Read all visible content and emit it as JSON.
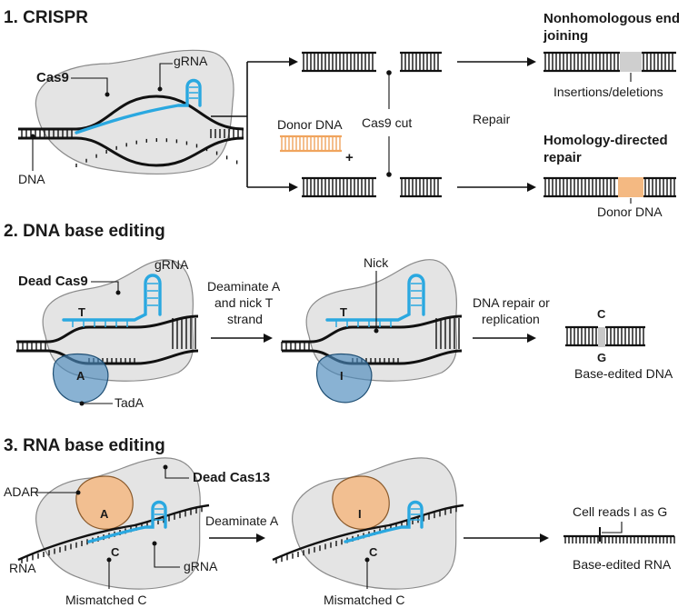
{
  "section1": {
    "title": "1. CRISPR",
    "cas9_label": "Cas9",
    "grna_label": "gRNA",
    "dna_label": "DNA",
    "donor_dna_label": "Donor DNA",
    "plus_sign": "+",
    "cas9_cut_label": "Cas9 cut",
    "repair_label": "Repair",
    "nhej_title_line1": "Nonhomologous end",
    "nhej_title_line2": "joining",
    "indel_label": "Insertions/deletions",
    "hdr_title_line1": "Homology-directed",
    "hdr_title_line2": "repair",
    "hdr_donor_label": "Donor DNA"
  },
  "section2": {
    "title": "2. DNA base editing",
    "dead_cas9_label": "Dead Cas9",
    "grna_label": "gRNA",
    "base_t1": "T",
    "base_a": "A",
    "tada_label": "TadA",
    "step_label_line1": "Deaminate A",
    "step_label_line2": "and nick T",
    "step_label_line3": "strand",
    "nick_label": "Nick",
    "base_t2": "T",
    "base_i": "I",
    "repair_label_line1": "DNA repair or",
    "repair_label_line2": "replication",
    "base_c": "C",
    "base_g": "G",
    "result_label": "Base-edited DNA"
  },
  "section3": {
    "title": "3. RNA base editing",
    "adar_label": "ADAR",
    "dead_cas13_label": "Dead Cas13",
    "base_a": "A",
    "base_c1": "C",
    "rna_label": "RNA",
    "grna_label": "gRNA",
    "mismatch_label1": "Mismatched C",
    "step_label": "Deaminate A",
    "base_i": "I",
    "base_c2": "C",
    "mismatch_label2": "Mismatched C",
    "cell_reads_label": "Cell reads I as G",
    "result_label": "Base-edited RNA"
  },
  "colors": {
    "dna": "#111111",
    "guide_rna": "#2aa8e0",
    "protein": "#e4e4e4",
    "donor_dna": "#f4b982",
    "edit_highlight": "#c8c8c8",
    "tada": "#4a88bb",
    "adar": "#f4b982"
  }
}
